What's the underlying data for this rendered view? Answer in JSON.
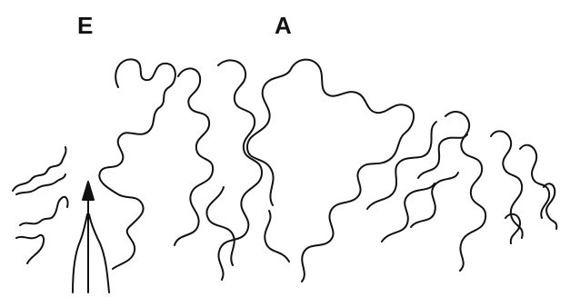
{
  "labels": {
    "left": "E",
    "right": "A"
  },
  "colors": {
    "ink": "#111111",
    "background": "#ffffff"
  },
  "elements": {
    "arrow": "upward-arrow-icon",
    "suture_pattern": "wavy-lobed-outline"
  }
}
